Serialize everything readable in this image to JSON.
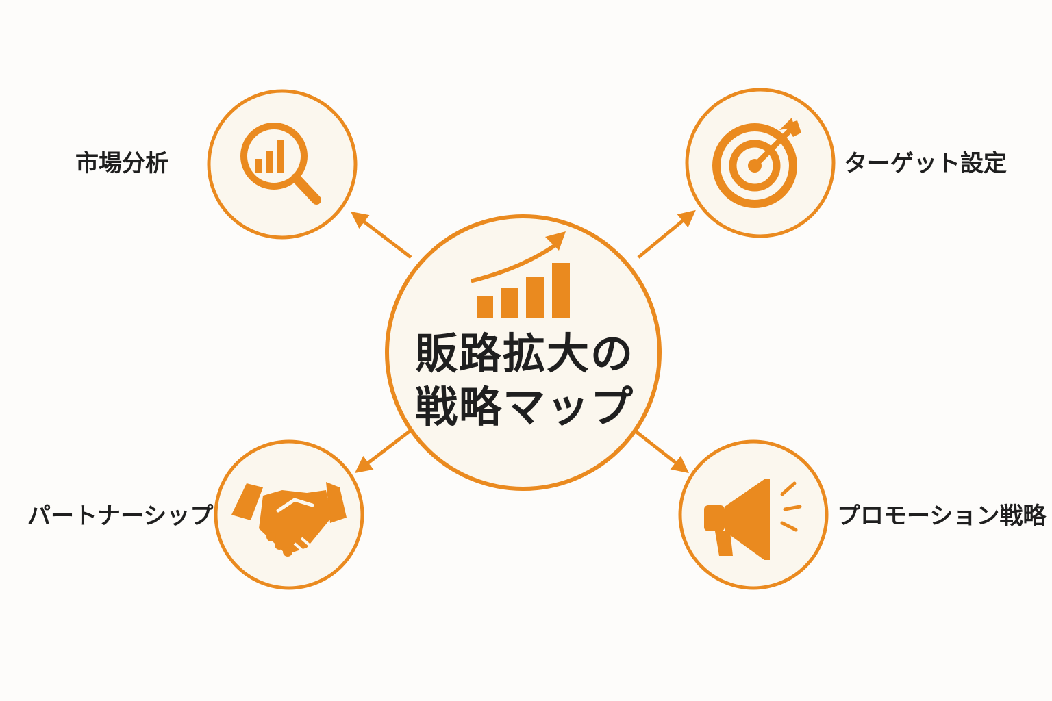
{
  "center": {
    "title_line1": "販路拡大の",
    "title_line2": "戦略マップ",
    "icon": "growth-bar-chart-icon"
  },
  "nodes": [
    {
      "id": "market",
      "label": "市場分析",
      "icon": "magnifier-bar-chart-icon"
    },
    {
      "id": "target",
      "label": "ターゲット設定",
      "icon": "target-arrow-icon"
    },
    {
      "id": "partner",
      "label": "パートナーシップ",
      "icon": "handshake-icon"
    },
    {
      "id": "promo",
      "label": "プロモーション戦略",
      "icon": "megaphone-icon"
    }
  ],
  "colors": {
    "accent": "#ea8a1f",
    "circle_fill": "#fbf7ee",
    "text": "#1f1f1f",
    "background": "#fdfcfa"
  }
}
